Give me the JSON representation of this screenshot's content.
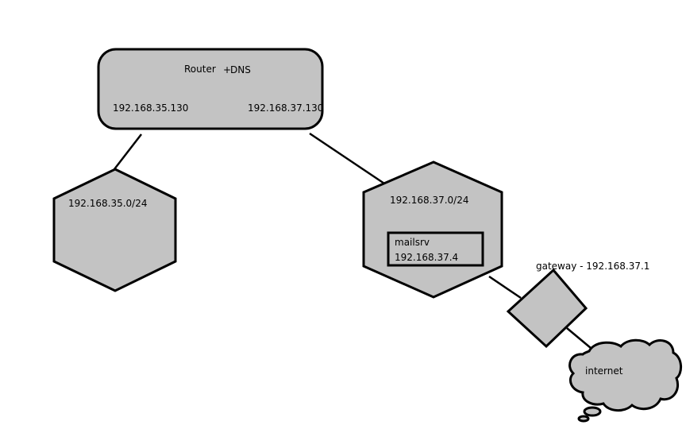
{
  "router": {
    "title": "Router",
    "plus": "+",
    "dns": "DNS",
    "ip_left": "192.168.35.130",
    "ip_right": "192.168.37.130"
  },
  "subnet_left": {
    "label": "192.168.35.0/24"
  },
  "subnet_right": {
    "label": "192.168.37.0/24"
  },
  "mailsrv": {
    "name": "mailsrv",
    "ip": "192.168.37.4"
  },
  "gateway": {
    "label": "gateway - 192.168.37.1"
  },
  "internet": {
    "label": "internet"
  },
  "colors": {
    "fill": "#c3c3c3",
    "stroke": "#000000"
  }
}
